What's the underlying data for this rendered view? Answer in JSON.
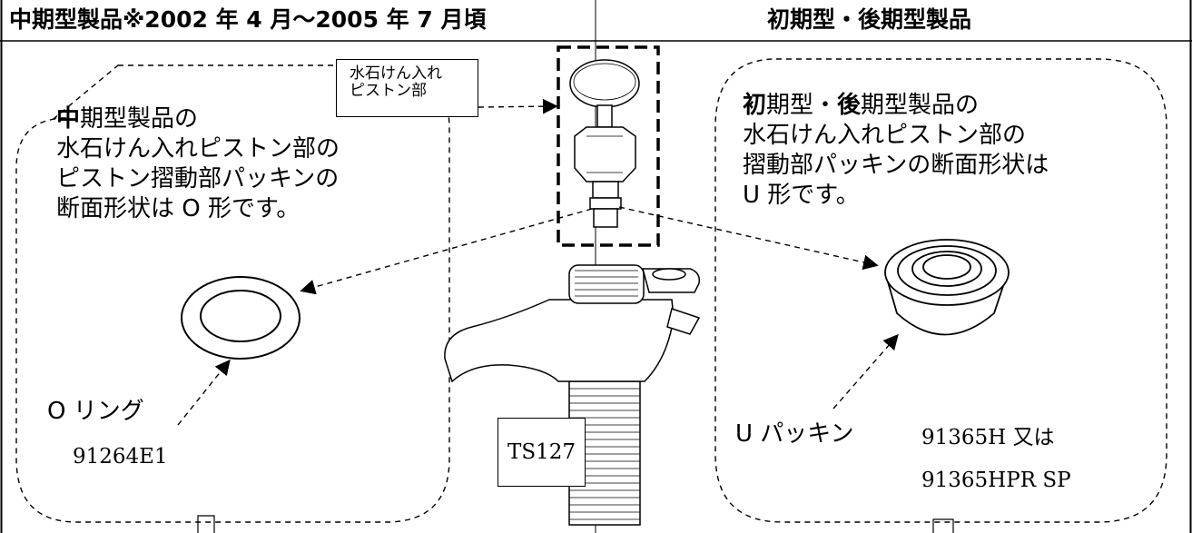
{
  "header": {
    "left": "中期型製品※2002 年 4 月～2005 年 7 月頃",
    "right": "初期型・後期型製品"
  },
  "left_note": {
    "line1_bold": "中",
    "line1_rest": "期型製品の",
    "line2": "水石けん入れピストン部の",
    "line3": "ピストン摺動部パッキンの",
    "line4": "断面形状は O 形です。"
  },
  "right_note": {
    "line1_bold_a": "初",
    "line1_mid": "期型・",
    "line1_bold_b": "後",
    "line1_rest": "期型製品の",
    "line2": "水石けん入れピストン部の",
    "line3": "摺動部パッキンの断面形状は",
    "line4": "U 形です。"
  },
  "piston_label": {
    "line1": "水石けん入れ",
    "line2": "ピストン部"
  },
  "o_ring": {
    "name": "O リング",
    "part_no": "91264E1"
  },
  "u_packing": {
    "name": "U パッキン",
    "part_no_1": "91365H 又は",
    "part_no_2": "91365HPR SP"
  },
  "faucet_label": "TS127"
}
